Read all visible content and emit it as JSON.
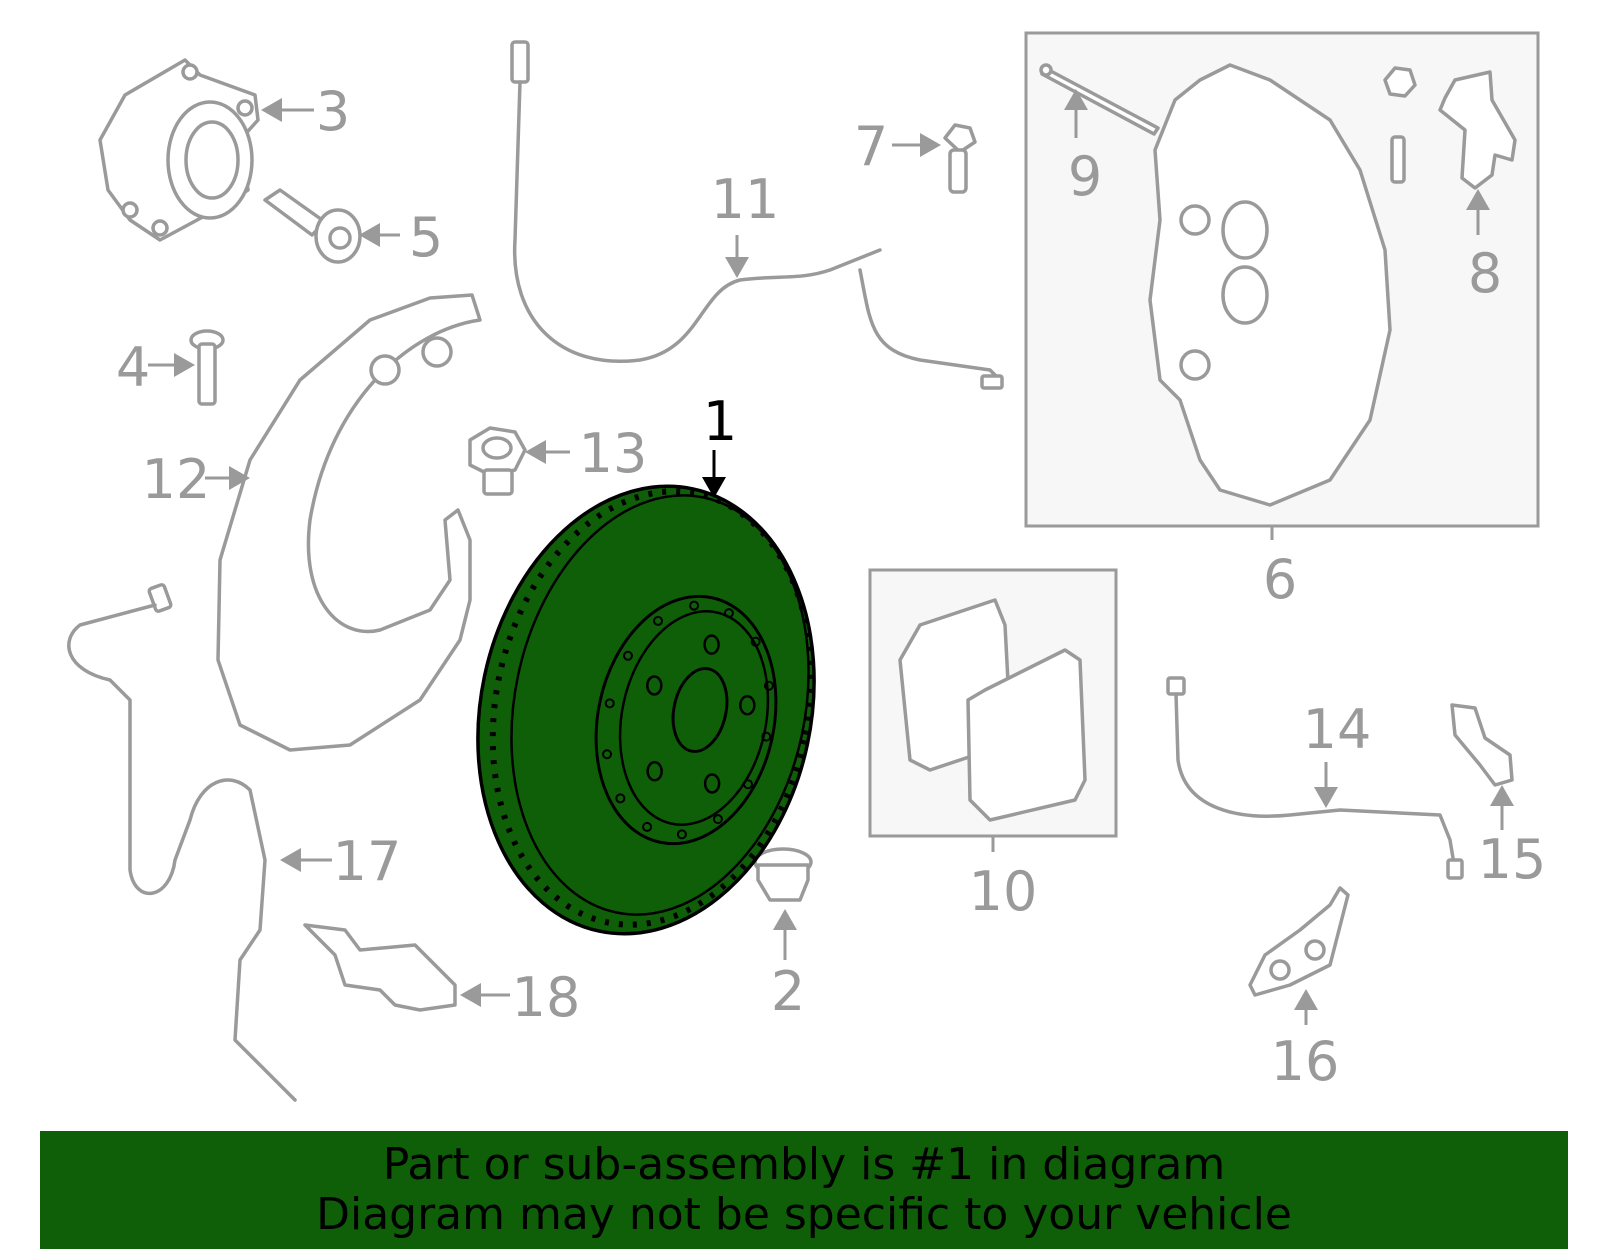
{
  "callouts": [
    {
      "id": "1",
      "text": "1",
      "highlight": true
    },
    {
      "id": "2",
      "text": "2"
    },
    {
      "id": "3",
      "text": "3"
    },
    {
      "id": "4",
      "text": "4"
    },
    {
      "id": "5",
      "text": "5"
    },
    {
      "id": "6",
      "text": "6"
    },
    {
      "id": "7",
      "text": "7"
    },
    {
      "id": "8",
      "text": "8"
    },
    {
      "id": "9",
      "text": "9"
    },
    {
      "id": "10",
      "text": "10"
    },
    {
      "id": "11",
      "text": "11"
    },
    {
      "id": "12",
      "text": "12"
    },
    {
      "id": "13",
      "text": "13"
    },
    {
      "id": "14",
      "text": "14"
    },
    {
      "id": "15",
      "text": "15"
    },
    {
      "id": "16",
      "text": "16"
    },
    {
      "id": "17",
      "text": "17"
    },
    {
      "id": "18",
      "text": "18"
    }
  ],
  "banner": {
    "line1": "Part or sub-assembly is #1 in diagram",
    "line2": "Diagram may not be specific to your vehicle"
  },
  "colors": {
    "highlight": "#0f5f09",
    "outline": "#9a9a9a",
    "banner_bg": "#0f5f09"
  }
}
